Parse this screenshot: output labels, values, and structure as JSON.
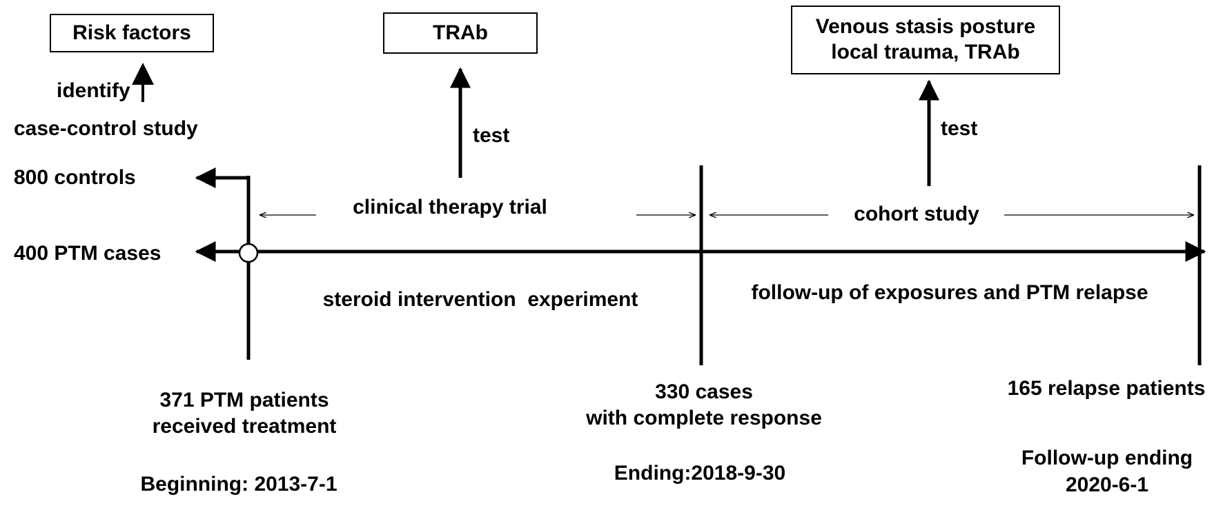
{
  "boxes": {
    "risk_factors": "Risk factors",
    "trab": "TRAb",
    "venous_line1": "Venous stasis posture",
    "venous_line2": "local trauma, TRAb"
  },
  "labels": {
    "identify": "identify",
    "case_control_study": "case-control study",
    "test_trial": "test",
    "test_cohort": "test",
    "controls": "800 controls",
    "cases": "400 PTM cases",
    "clinical_therapy_trial": "clinical therapy trial",
    "cohort_study": "cohort study",
    "steroid_experiment": "steroid intervention  experiment",
    "follow_up_exposures": "follow-up of exposures and PTM relapse",
    "treated_line1": "371 PTM patients",
    "treated_line2": "received treatment",
    "responders_line1": "330 cases",
    "responders_line2": "with complete response",
    "relapse": "165 relapse patients",
    "beginning": "Beginning: 2013-7-1",
    "ending": "Ending:2018-9-30",
    "followup_ending_line1": "Follow-up ending",
    "followup_ending_line2": "2020-6-1"
  },
  "colors": {
    "line": "#000000",
    "background": "#ffffff"
  }
}
